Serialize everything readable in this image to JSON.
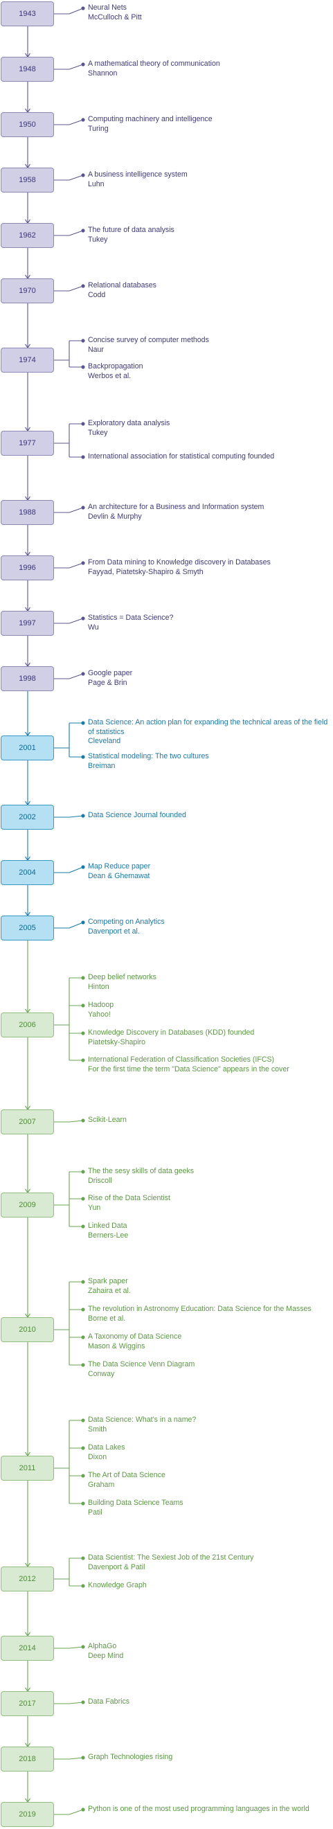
{
  "timeline": [
    {
      "year": "1943",
      "group": "purple",
      "entries": [
        {
          "title": "Neural Nets",
          "author": "McCulloch & Pitt"
        }
      ]
    },
    {
      "year": "1948",
      "group": "purple",
      "entries": [
        {
          "title": "A mathematical theory of communication",
          "author": "Shannon"
        }
      ]
    },
    {
      "year": "1950",
      "group": "purple",
      "entries": [
        {
          "title": "Computing machinery and intelligence",
          "author": "Turing"
        }
      ]
    },
    {
      "year": "1958",
      "group": "purple",
      "entries": [
        {
          "title": "A business intelligence system",
          "author": "Luhn"
        }
      ]
    },
    {
      "year": "1962",
      "group": "purple",
      "entries": [
        {
          "title": "The future of data analysis",
          "author": "Tukey"
        }
      ]
    },
    {
      "year": "1970",
      "group": "purple",
      "entries": [
        {
          "title": "Relational databases",
          "author": "Codd"
        }
      ]
    },
    {
      "year": "1974",
      "group": "purple",
      "entries": [
        {
          "title": "Concise survey of computer methods",
          "author": "Naur"
        },
        {
          "title": "Backpropagation",
          "author": "Werbos et al."
        }
      ]
    },
    {
      "year": "1977",
      "group": "purple",
      "entries": [
        {
          "title": "Exploratory data analysis",
          "author": "Tukey"
        },
        {
          "title": "International association for statistical computing founded",
          "author": ""
        }
      ]
    },
    {
      "year": "1988",
      "group": "purple",
      "entries": [
        {
          "title": "An architecture for a Business and Information system",
          "author": "Devlin & Murphy"
        }
      ]
    },
    {
      "year": "1996",
      "group": "purple",
      "entries": [
        {
          "title": "From Data mining to Knowledge discovery in Databases",
          "author": "Fayyad, Piatetsky-Shapiro & Smyth"
        }
      ]
    },
    {
      "year": "1997",
      "group": "purple",
      "entries": [
        {
          "title": "Statistics = Data Science?",
          "author": "Wu"
        }
      ]
    },
    {
      "year": "1998",
      "group": "purple",
      "entries": [
        {
          "title": "Google paper",
          "author": "Page & Brin"
        }
      ]
    },
    {
      "year": "2001",
      "group": "blue",
      "entries": [
        {
          "title": "Data Science: An action plan for expanding the technical areas of the field of statistics",
          "author": "Cleveland"
        },
        {
          "title": "Statistical modeling: The two cultures",
          "author": "Breiman"
        }
      ]
    },
    {
      "year": "2002",
      "group": "blue",
      "entries": [
        {
          "title": "Data Science Journal founded",
          "author": ""
        }
      ]
    },
    {
      "year": "2004",
      "group": "blue",
      "entries": [
        {
          "title": "Map Reduce paper",
          "author": "Dean & Ghemawat"
        }
      ]
    },
    {
      "year": "2005",
      "group": "blue",
      "entries": [
        {
          "title": "Competing on Analytics",
          "author": "Davenport et al."
        }
      ]
    },
    {
      "year": "2006",
      "group": "green",
      "entries": [
        {
          "title": "Deep belief networks",
          "author": "Hinton"
        },
        {
          "title": "Hadoop",
          "author": "Yahoo!"
        },
        {
          "title": "Knowledge Discovery in Databases (KDD) founded",
          "author": "Piatetsky-Shapiro"
        },
        {
          "title": "International Federation of Classification Societies (IFCS)",
          "author": "For the first time the term \"Data Science\" appears in the cover"
        }
      ]
    },
    {
      "year": "2007",
      "group": "green",
      "entries": [
        {
          "title": "Scikit-Learn",
          "author": ""
        }
      ]
    },
    {
      "year": "2009",
      "group": "green",
      "entries": [
        {
          "title": "The the sesy skills of data geeks",
          "author": "Driscoll"
        },
        {
          "title": "Rise of the Data Scientist",
          "author": "Yun"
        },
        {
          "title": "Linked Data",
          "author": "Berners-Lee"
        }
      ]
    },
    {
      "year": "2010",
      "group": "green",
      "entries": [
        {
          "title": "Spark paper",
          "author": "Zahaira et al."
        },
        {
          "title": "The revolution in Astronomy Education: Data Science for the Masses",
          "author": "Borne et al."
        },
        {
          "title": "A Taxonomy of Data Science",
          "author": "Mason & Wiggins"
        },
        {
          "title": "The Data Science Venn Diagram",
          "author": "Conway"
        }
      ]
    },
    {
      "year": "2011",
      "group": "green",
      "entries": [
        {
          "title": "Data Science: What's in a name?",
          "author": "Smith"
        },
        {
          "title": "Data Lakes",
          "author": "Dixon"
        },
        {
          "title": "The Art of Data Science",
          "author": "Graham"
        },
        {
          "title": "Building Data Science Teams",
          "author": "Patil"
        }
      ]
    },
    {
      "year": "2012",
      "group": "green",
      "entries": [
        {
          "title": "Data Scientist: The Sexiest Job of the 21st Century",
          "author": "Davenport & Patil"
        },
        {
          "title": "Knowledge Graph",
          "author": ""
        }
      ]
    },
    {
      "year": "2014",
      "group": "green",
      "entries": [
        {
          "title": "AlphaGo",
          "author": "Deep Mind"
        }
      ]
    },
    {
      "year": "2017",
      "group": "green",
      "entries": [
        {
          "title": "Data Fabrics",
          "author": ""
        }
      ]
    },
    {
      "year": "2018",
      "group": "green",
      "entries": [
        {
          "title": "Graph Technologies rising",
          "author": ""
        }
      ]
    },
    {
      "year": "2019",
      "group": "green",
      "entries": [
        {
          "title": "Python is one of the most used programming languages in the world",
          "author": ""
        }
      ]
    }
  ],
  "colors": {
    "purple_line": "#5b5690",
    "blue_line": "#1a7aa8",
    "green_line": "#6aa453"
  }
}
